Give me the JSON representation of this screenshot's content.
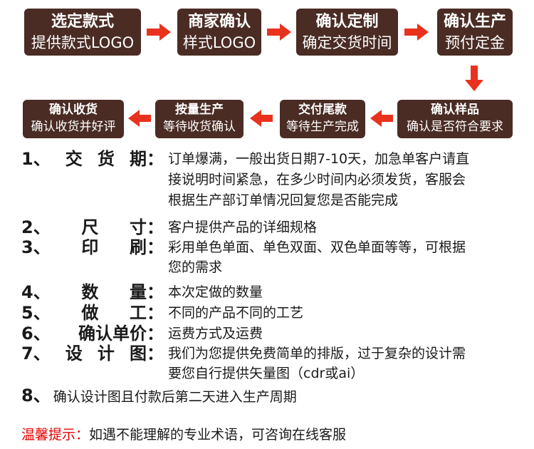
{
  "flow": {
    "steps": [
      {
        "title": "选定款式",
        "subtitle": "提供款式LOGO"
      },
      {
        "title": "商家确认",
        "subtitle": "样式LOGO"
      },
      {
        "title": "确认定制",
        "subtitle": "确定交货时间"
      },
      {
        "title": "确认生产",
        "subtitle": "预付定金"
      },
      {
        "title": "确认样品",
        "subtitle": "确认是否符合要求"
      },
      {
        "title": "交付尾款",
        "subtitle": "等待生产完成"
      },
      {
        "title": "按量生产",
        "subtitle": "等待收货确认"
      },
      {
        "title": "确认收货",
        "subtitle": "确认收货并好评"
      }
    ],
    "box_color": "#4a2c24",
    "arrow_color": "#e8321e"
  },
  "details": {
    "items": [
      {
        "label": [
          "1、",
          "交",
          "货",
          "期"
        ],
        "colon": "：",
        "lines": [
          "订单爆满，一般出货日期7-10天，加急单客户请直",
          "接说明时间紧急，在多少时间内必须发货，客服会",
          "根据生产部订单情况回复您是否能完成"
        ]
      },
      {
        "label": [
          "2、",
          "尺",
          "寸"
        ],
        "colon": "：",
        "lines": [
          "客户提供产品的详细规格"
        ]
      },
      {
        "label": [
          "3、",
          "印",
          "刷"
        ],
        "colon": "：",
        "lines": [
          "彩用单色单面、单色双面、双色单面等等，可根据",
          "您的需求"
        ]
      },
      {
        "label": [
          "4、",
          "数",
          "量"
        ],
        "colon": "：",
        "lines": [
          "本次定做的数量"
        ]
      },
      {
        "label": [
          "5、",
          "做",
          "工"
        ],
        "colon": "：",
        "lines": [
          "不同的产品不同的工艺"
        ]
      },
      {
        "label": [
          "6、",
          "确认单价"
        ],
        "colon": "：",
        "lines": [
          "运费方式及运费"
        ]
      },
      {
        "label": [
          "7、",
          "设",
          "计",
          "图"
        ],
        "colon": "：",
        "lines": [
          "我们为您提供免费简单的排版，过于复杂的设计需",
          "要您自行提供矢量图（cdr或ai）"
        ]
      }
    ],
    "item8": {
      "num": "8、",
      "text": "确认设计图且付款后第二天进入生产周期"
    }
  },
  "tip": {
    "label": "温馨提示：",
    "text": "如遇不能理解的专业术语，可咨询在线客服",
    "label_color": "#e60000"
  }
}
